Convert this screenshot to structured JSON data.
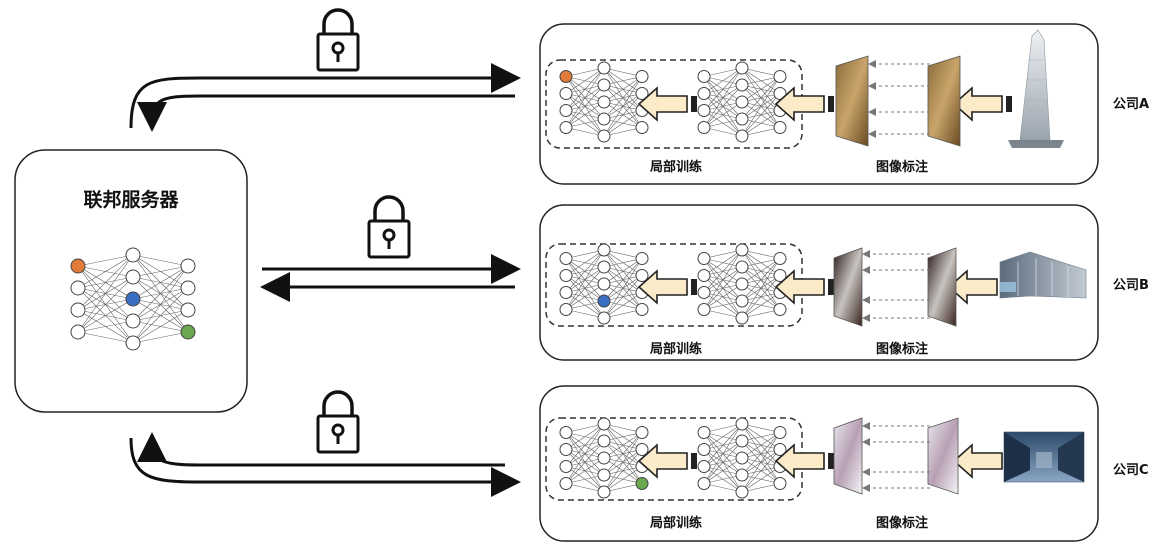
{
  "server": {
    "title": "联邦服务器"
  },
  "companies": [
    {
      "name": "公司A",
      "local_training_label": "局部训练",
      "annotation_label": "图像标注",
      "highlight_color": "#e07b39"
    },
    {
      "name": "公司B",
      "local_training_label": "局部训练",
      "annotation_label": "图像标注",
      "highlight_color": "#3a6fc4"
    },
    {
      "name": "公司C",
      "local_training_label": "局部训练",
      "annotation_label": "图像标注",
      "highlight_color": "#6aa84f"
    }
  ],
  "colors": {
    "orange_node": "#e07b39",
    "blue_node": "#3a6fc4",
    "green_node": "#6aa84f",
    "arrow_fill": "#fcebc8"
  }
}
